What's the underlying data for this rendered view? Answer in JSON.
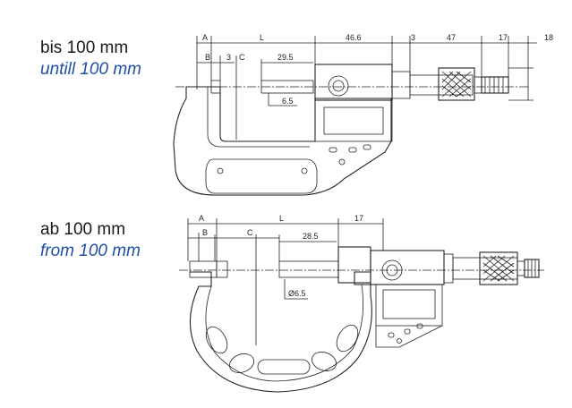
{
  "captions": {
    "top_de": "bis 100 mm",
    "top_en": "untill 100 mm",
    "bottom_de": "ab 100 mm",
    "bottom_en": "from 100 mm"
  },
  "top_drawing": {
    "dim_A": "A",
    "dim_L": "L",
    "dim_46_6": "46.6",
    "dim_3a": "3",
    "dim_47": "47",
    "dim_17": "17",
    "dim_18": "18",
    "dim_B": "B",
    "dim_3b": "3",
    "dim_C": "C",
    "dim_29_5": "29.5",
    "dim_6_5": "6.5"
  },
  "bottom_drawing": {
    "dim_A": "A",
    "dim_L": "L",
    "dim_17": "17",
    "dim_B": "B",
    "dim_C": "C",
    "dim_28_5": "28.5",
    "dim_6_5": "Ø6.5"
  },
  "colors": {
    "caption_en": "#1f4ea8",
    "caption_de": "#1a1a1a",
    "line": "#222222"
  }
}
